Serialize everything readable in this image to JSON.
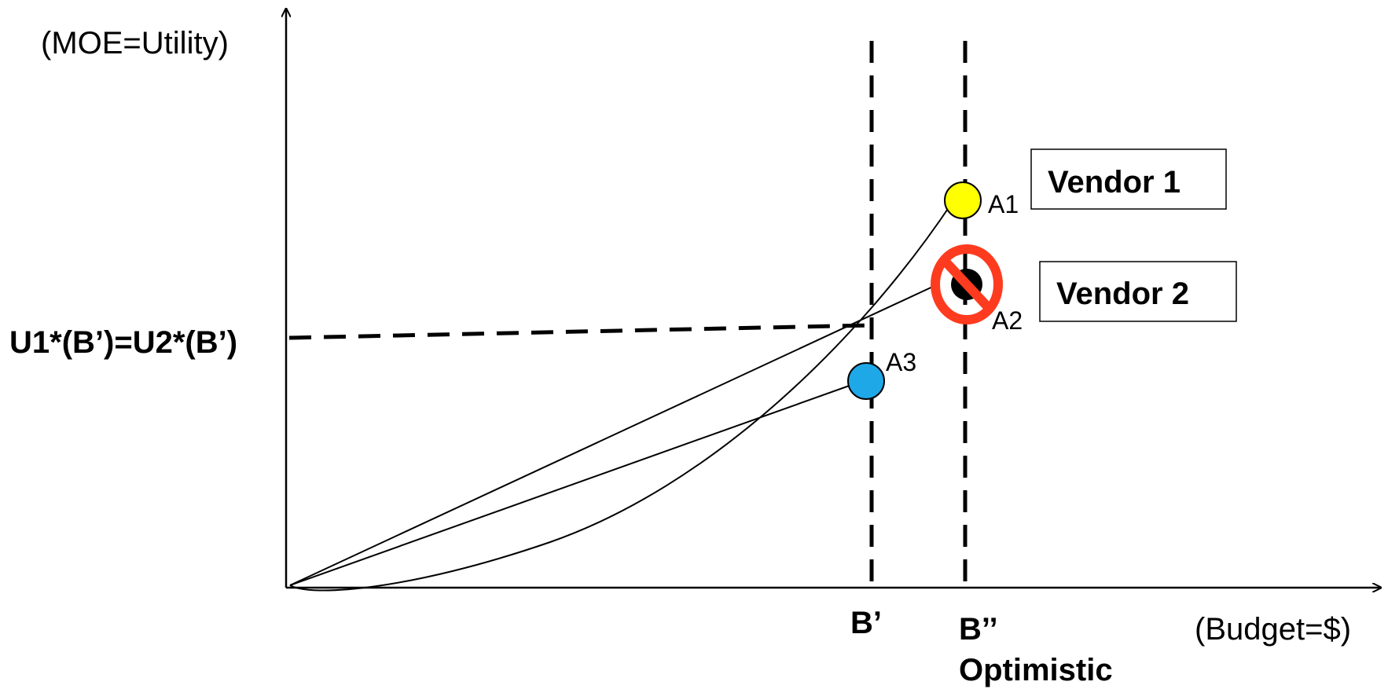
{
  "axes": {
    "y_title": "(MOE=Utility)",
    "x_title": "(Budget=$)"
  },
  "y_marker": {
    "label": "U1*(B’)=U2*(B’)"
  },
  "x_markers": [
    {
      "label": "B’"
    },
    {
      "label": "B’’",
      "sublabel": "Optimistic"
    }
  ],
  "points": [
    {
      "label": "A1",
      "color": "#ffff00"
    },
    {
      "label": "A2",
      "color": "#000000",
      "status": "rejected",
      "reject_color": "#ff3b1f"
    },
    {
      "label": "A3",
      "color": "#1ea8e8"
    }
  ],
  "vendors": [
    {
      "label": "Vendor 1"
    },
    {
      "label": "Vendor 2"
    }
  ]
}
